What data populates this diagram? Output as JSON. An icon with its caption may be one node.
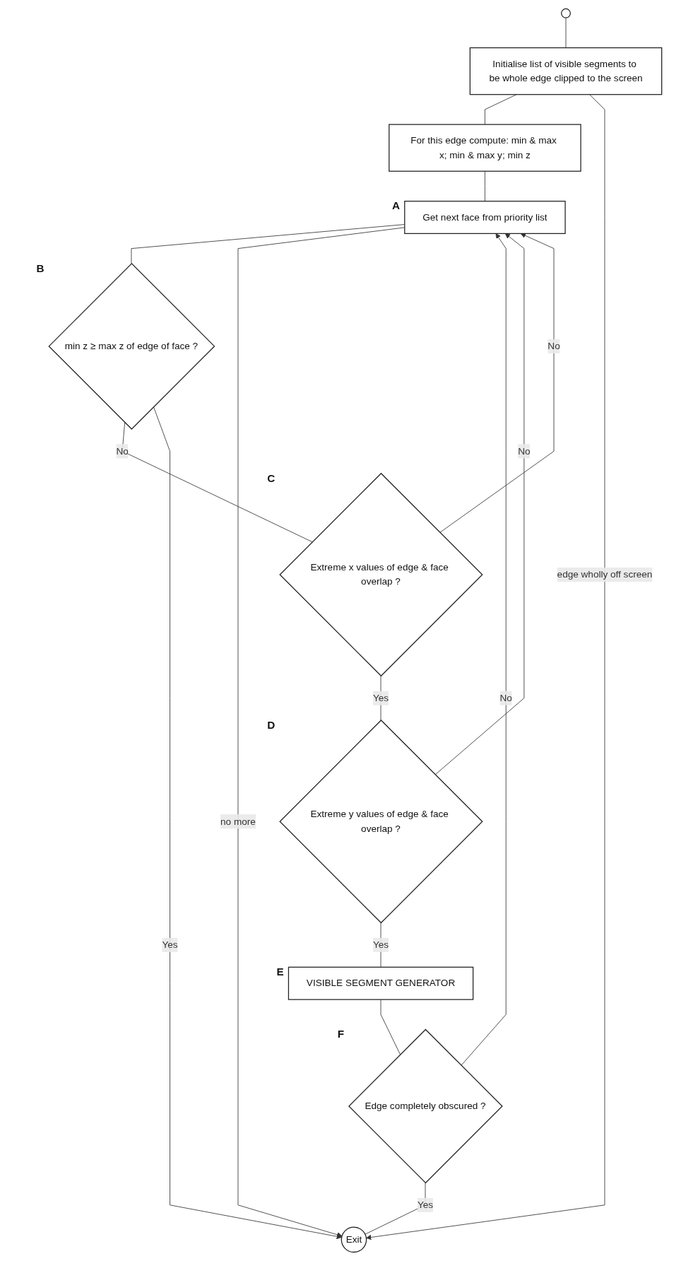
{
  "diagram": {
    "nodes": [
      {
        "text": [],
        "shape": "circle"
      },
      {
        "text": [
          "Initialise list of visible segments to be whole edge clipped to the screen"
        ]
      },
      {
        "text": [
          "For this edge compute: min & max x; min & max y; min z"
        ]
      },
      {
        "text": [
          "Get next face from priority list"
        ],
        "beside": [
          "A"
        ]
      },
      {
        "text": [
          "min z ≥ max z of edge of face ?"
        ],
        "beside": [
          "B"
        ]
      },
      {
        "text": [
          "Extreme x values of edge & face overlap ?"
        ],
        "beside": [
          "C"
        ]
      },
      {
        "text": [
          "Extreme y values of edge & face overlap ?"
        ],
        "beside": [
          "D"
        ]
      },
      {
        "text": [
          "VISIBLE SEGMENT GENERATOR"
        ],
        "beside": [
          "E"
        ]
      },
      {
        "text": [
          "Edge completely obscured ?"
        ],
        "beside": [
          "F"
        ]
      },
      {
        "text": [
          "Exit"
        ]
      }
    ],
    "edges": [
      {
        "from": 0,
        "to": 1,
        "arrow": "none"
      },
      {
        "from": 1,
        "to": 2,
        "arrow": "none"
      },
      {
        "from": 2,
        "to": 3,
        "arrow": "none"
      },
      {
        "from": 3,
        "to": 4,
        "arrow": "none"
      },
      {
        "from": 4,
        "to": 5,
        "label": "No",
        "arrow": "none"
      },
      {
        "from": 5,
        "to": 6,
        "label": "Yes",
        "arrow": "none"
      },
      {
        "from": 6,
        "to": 7,
        "label": "Yes",
        "arrow": "none"
      },
      {
        "from": 7,
        "to": 8,
        "arrow": "none"
      },
      {
        "from": 8,
        "to": 9,
        "label": "Yes",
        "arrow": "none"
      },
      {
        "from": 1,
        "to": 9,
        "label": "edge wholly off screen",
        "arrow": "to"
      },
      {
        "from": 3,
        "to": 9,
        "label": "no more",
        "arrow": "to"
      },
      {
        "from": 4,
        "to": 9,
        "label": "Yes",
        "arrow": "to"
      },
      {
        "from": 5,
        "to": 3,
        "label": "No",
        "arrow": "to"
      },
      {
        "from": 6,
        "to": 3,
        "label": "No",
        "arrow": "to"
      },
      {
        "from": 8,
        "to": 3,
        "label": "No",
        "arrow": "to"
      }
    ]
  }
}
